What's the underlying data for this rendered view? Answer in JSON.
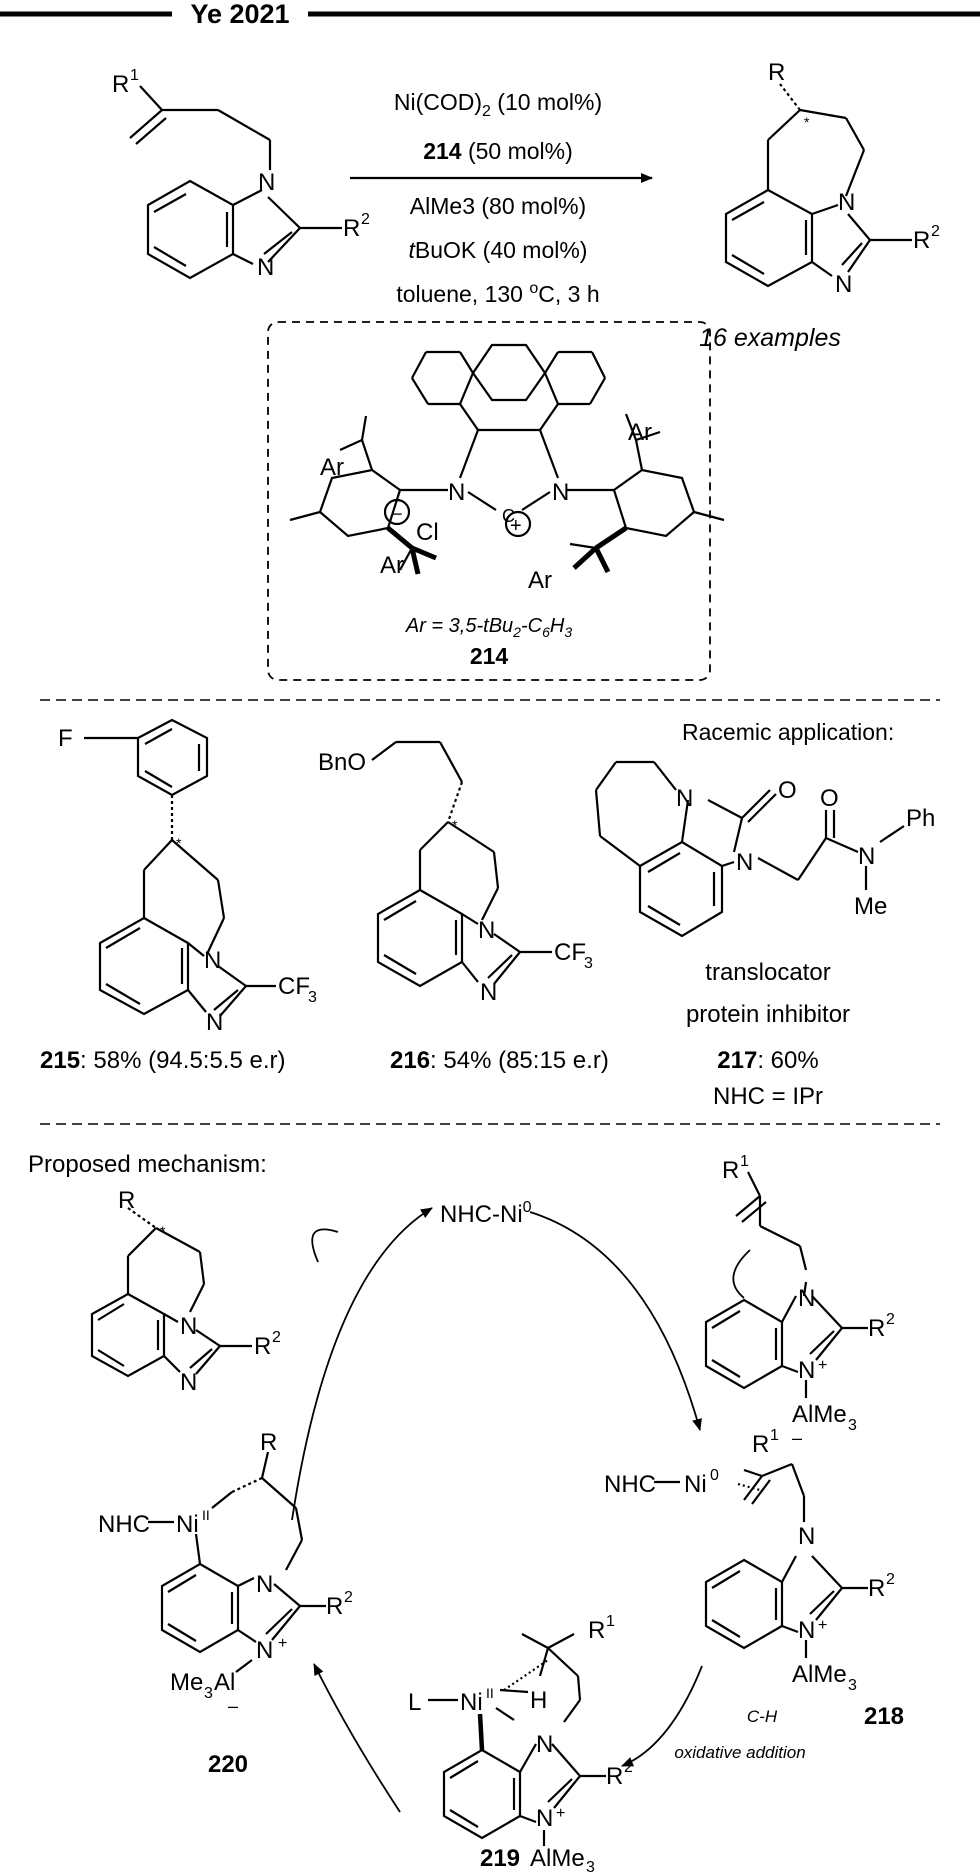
{
  "header": {
    "title": "Ye 2021"
  },
  "reaction": {
    "conditions": [
      "Ni(COD)2 (10 mol%)",
      "214 (50 mol%)",
      "AlMe3 (80 mol%)",
      "tBuOK (40 mol%)",
      "toluene, 130 °C, 3 h"
    ],
    "scope": "16 examples"
  },
  "ligand": {
    "ar_definition": "Ar = 3,5-tBu2-C6H3",
    "label": "214"
  },
  "examples": {
    "racemic_heading": "Racemic application:",
    "items": [
      {
        "label": "215",
        "result": ": 58% (94.5:5.5 e.r)"
      },
      {
        "label": "216",
        "result": ": 54% (85:15 e.r)"
      },
      {
        "label": "217",
        "result": ": 60%",
        "note1": "translocator",
        "note2": "protein inhibitor",
        "note3": "NHC = IPr"
      }
    ]
  },
  "mechanism": {
    "heading": "Proposed mechanism:",
    "catalyst": "NHC-Ni",
    "step_label1": "C-H",
    "step_label2": "oxidative addition",
    "intermediates": [
      "218",
      "219",
      "220"
    ]
  }
}
